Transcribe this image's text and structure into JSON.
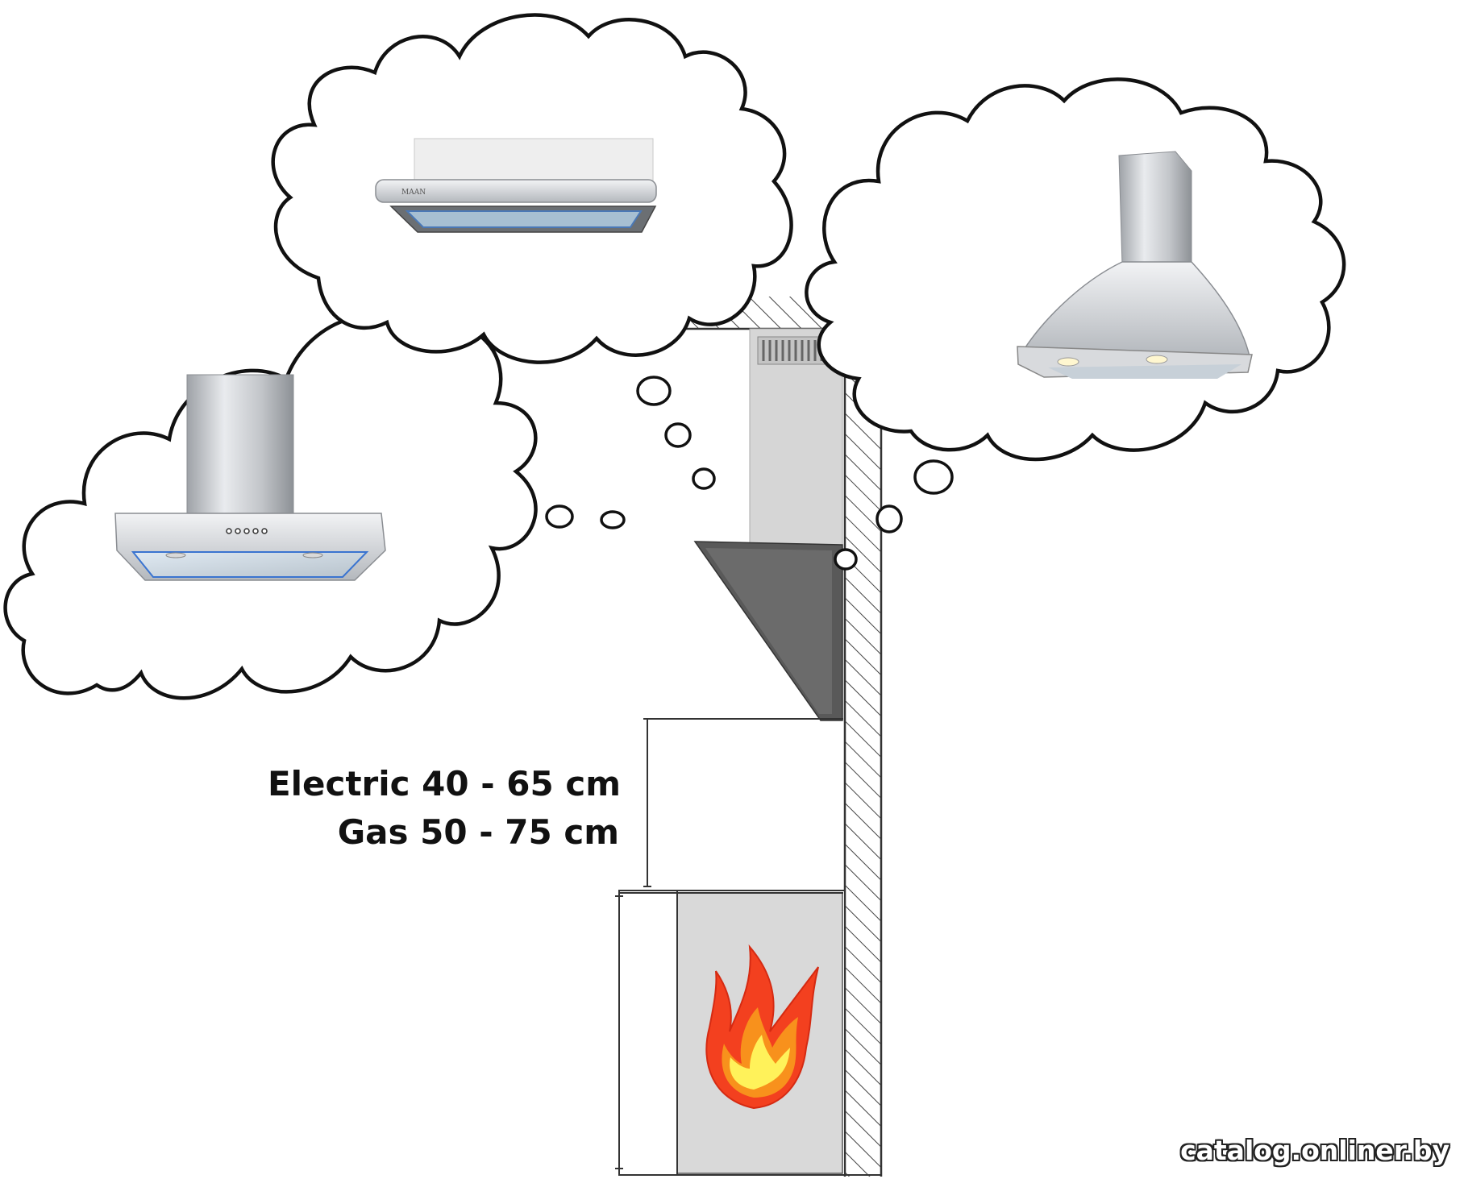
{
  "labels": {
    "electric": "Electric 40 - 65 cm",
    "gas": "Gas 50 - 75 cm"
  },
  "watermark": "catalog.onliner.by",
  "hood_brand_text": "MAAN",
  "colors": {
    "wall_hatch": "#444444",
    "hood_gray": "#d6d6d6",
    "hood_dark": "#555555",
    "stove_gray": "#d9d9d9",
    "flame_red": "#f3401f",
    "flame_orange": "#f8911c",
    "flame_yellow": "#fff25a",
    "steel": "#c9cbce"
  },
  "icons": [
    "thought-cloud-icon",
    "kitchen-hood-icon",
    "flame-icon",
    "wall-hatch-icon"
  ]
}
